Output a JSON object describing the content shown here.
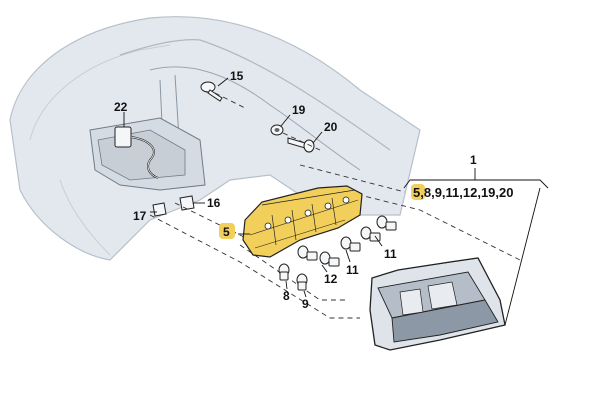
{
  "callouts": {
    "c1": "1",
    "c5": "5",
    "c8": "8",
    "c9": "9",
    "c11a": "11",
    "c11b": "11",
    "c12": "12",
    "c15": "15",
    "c16": "16",
    "c17": "17",
    "c19": "19",
    "c20": "20",
    "c22": "22"
  },
  "assembly_list": {
    "highlight": "5",
    "rest": ",8,9,11,12,19,20"
  },
  "colors": {
    "highlight": "#f2cf5a",
    "body_fill": "#e3e8ee",
    "line": "#222222",
    "ghost_line": "#8a96a3"
  }
}
